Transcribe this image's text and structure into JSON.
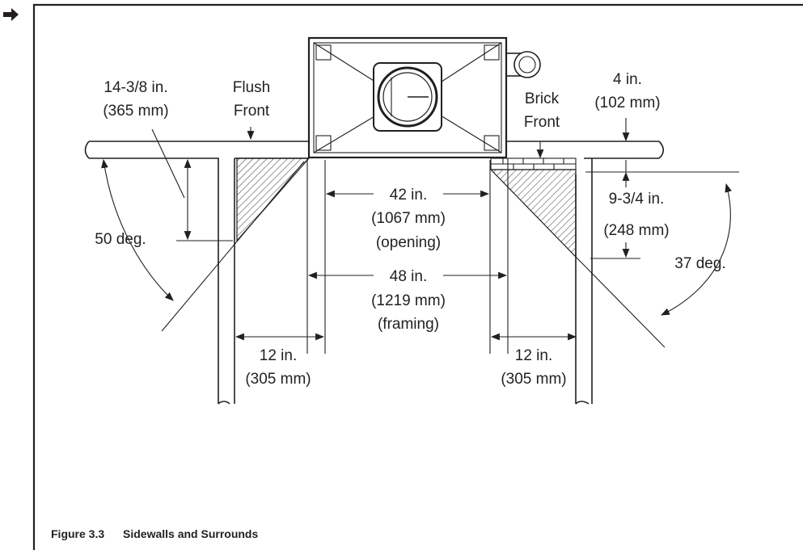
{
  "figure": {
    "number": "Figure 3.3",
    "title": "Sidewalls and Surrounds"
  },
  "labels": {
    "left_offset": [
      "14-3/8 in.",
      "(365 mm)"
    ],
    "flush_front": [
      "Flush",
      "Front"
    ],
    "brick_front": [
      "Brick",
      "Front"
    ],
    "brick_depth": [
      "4 in.",
      "(102 mm)"
    ],
    "right_offset": [
      "9-3/4 in.",
      "(248 mm)"
    ],
    "left_angle": "50 deg.",
    "right_angle": "37 deg.",
    "opening": [
      "42 in.",
      "(1067 mm)",
      "(opening)"
    ],
    "framing": [
      "48 in.",
      "(1219 mm)",
      "(framing)"
    ],
    "left_clearance": [
      "12 in.",
      "(305 mm)"
    ],
    "right_clearance": [
      "12 in.",
      "(305 mm)"
    ]
  },
  "icons": {
    "marker": "right-arrow-icon"
  }
}
